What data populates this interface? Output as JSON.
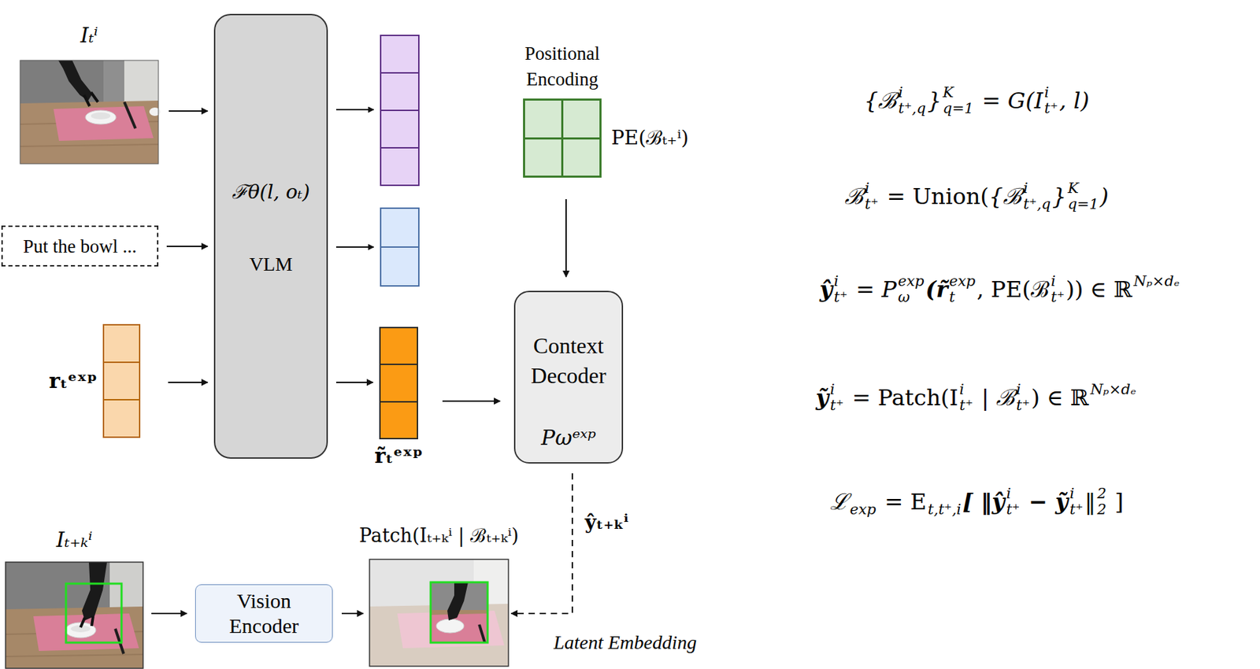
{
  "diagram": {
    "nodes": [
      {
        "text": [
          "Iₜⁱ"
        ]
      },
      {
        "text": [
          "Put the bowl ..."
        ]
      },
      {
        "text": [
          "rₜᵉˣᵖ"
        ]
      },
      {
        "text": [
          "ℱθ(l, oₜ)",
          "VLM"
        ]
      },
      {
        "text": [
          "r̃ₜᵉˣᵖ"
        ]
      },
      {
        "text": [
          "Positional Encoding",
          "PE(ℬₜ₊ⁱ)"
        ]
      },
      {
        "text": [
          "Context Decoder",
          "Pωᵉˣᵖ"
        ]
      },
      {
        "text": [
          "Iₜ₊ₖⁱ"
        ]
      },
      {
        "text": [
          "Vision Encoder"
        ]
      },
      {
        "text": [
          "Patch(Iₜ₊ₖⁱ | ℬₜ₊ₖⁱ)"
        ]
      }
    ],
    "edges": [
      {
        "from": 0,
        "to": 3,
        "arrow": "to"
      },
      {
        "from": 1,
        "to": 3,
        "arrow": "to"
      },
      {
        "from": 2,
        "to": 3,
        "arrow": "to"
      },
      {
        "from": 3,
        "to": 4,
        "arrow": "to"
      },
      {
        "from": 4,
        "to": 6,
        "arrow": "to"
      },
      {
        "from": 5,
        "to": 6,
        "arrow": "to"
      },
      {
        "from": 6,
        "to": 9,
        "label": "ŷₜ₊ₖⁱ",
        "arrow": "to"
      },
      {
        "from": 7,
        "to": 8,
        "arrow": "to"
      },
      {
        "from": 8,
        "to": 9,
        "arrow": "to"
      }
    ],
    "labels": [
      "{ℬ",
      "i",
      "t⁺,q",
      "}",
      "K",
      "q=1",
      " = G(I",
      "i",
      "t⁺",
      ", l)",
      "ℬ",
      "i",
      "t⁺",
      " = Union(",
      "{ℬ",
      "i",
      "t⁺,q",
      "}",
      "K",
      "q=1",
      ")",
      "ŷ",
      "i",
      "t⁺",
      " = P",
      "exp",
      "ω",
      "(r̃",
      "exp",
      "t",
      ", PE(ℬ",
      "i",
      "t⁺",
      ")) ∈ ℝ",
      "Nₚ×dₑ",
      "ỹ",
      "i",
      "t⁺",
      " = Patch(I",
      "i",
      "t⁺",
      " | ℬ",
      "i",
      "t⁺",
      ") ∈ ℝ",
      "Nₚ×dₑ",
      "ℒ",
      "exp",
      " = E",
      "t,t⁺,i",
      "[ ‖ŷ",
      "i",
      "t⁺",
      " − ỹ",
      "i",
      "t⁺",
      "‖",
      "2",
      "2",
      " ]",
      "Latent Embedding"
    ]
  }
}
